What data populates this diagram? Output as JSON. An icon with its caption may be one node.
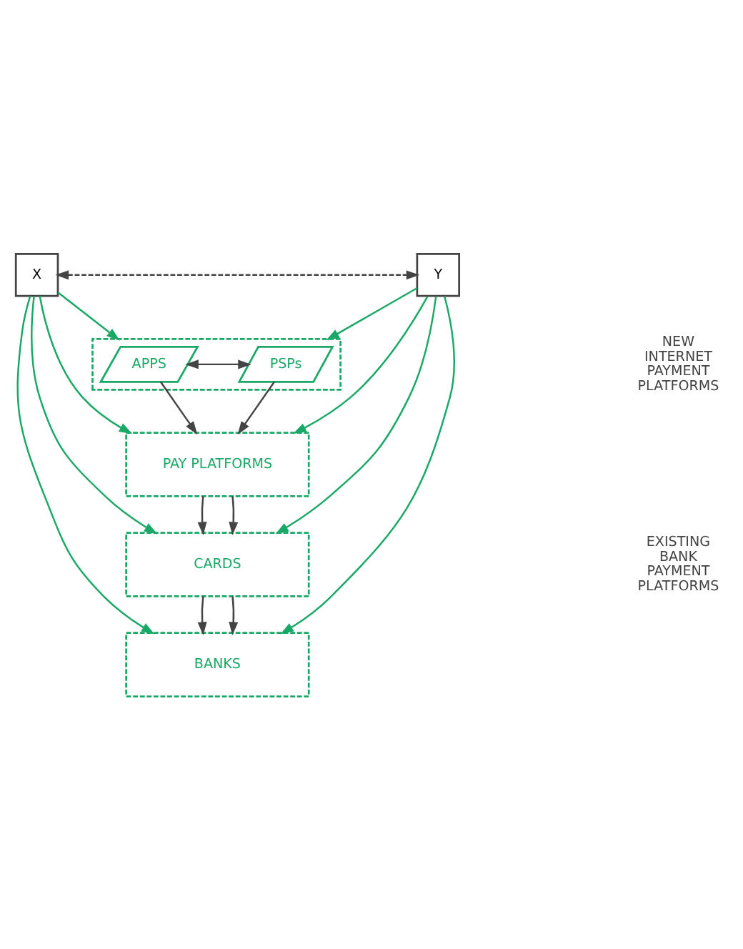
{
  "diagram": {
    "nodes": [
      {
        "text": [
          "X"
        ]
      },
      {
        "text": [
          "Y"
        ]
      },
      {
        "text": [],
        "shape": "parallelogram"
      },
      {
        "text": [
          "APPS"
        ],
        "in": 2
      },
      {
        "text": [
          "PSPs"
        ],
        "in": 2
      },
      {
        "text": [
          "PAY PLATFORMS"
        ]
      },
      {
        "text": [
          "CARDS"
        ]
      },
      {
        "text": [
          "BANKS"
        ]
      }
    ],
    "edges": [
      {
        "from": 0,
        "to": 1,
        "arrow": "both",
        "style": "dashed"
      },
      {
        "from": 0,
        "to": 2,
        "arrow": "to",
        "color": "#1aa866"
      },
      {
        "from": 0,
        "to": 5,
        "arrow": "to",
        "color": "#1aa866"
      },
      {
        "from": 0,
        "to": 6,
        "arrow": "to",
        "color": "#1aa866"
      },
      {
        "from": 0,
        "to": 7,
        "arrow": "to",
        "color": "#1aa866"
      },
      {
        "from": 1,
        "to": 2,
        "arrow": "to",
        "color": "#1aa866"
      },
      {
        "from": 1,
        "to": 5,
        "arrow": "to",
        "color": "#1aa866"
      },
      {
        "from": 1,
        "to": 6,
        "arrow": "to",
        "color": "#1aa866"
      },
      {
        "from": 1,
        "to": 7,
        "arrow": "to",
        "color": "#1aa866"
      },
      {
        "from": 3,
        "to": 4,
        "arrow": "both"
      },
      {
        "from": 3,
        "to": 5,
        "arrow": "to"
      },
      {
        "from": 4,
        "to": 5,
        "arrow": "to"
      },
      {
        "from": 5,
        "to": 6,
        "arrow": "to"
      },
      {
        "from": 5,
        "to": 6,
        "arrow": "to"
      },
      {
        "from": 6,
        "to": 7,
        "arrow": "to"
      },
      {
        "from": 6,
        "to": 7,
        "arrow": "to"
      }
    ],
    "labels": [
      "NEW INTERNET PAYMENT PLATFORMS",
      "EXISTING BANK PAYMENT PLATFORMS"
    ]
  }
}
